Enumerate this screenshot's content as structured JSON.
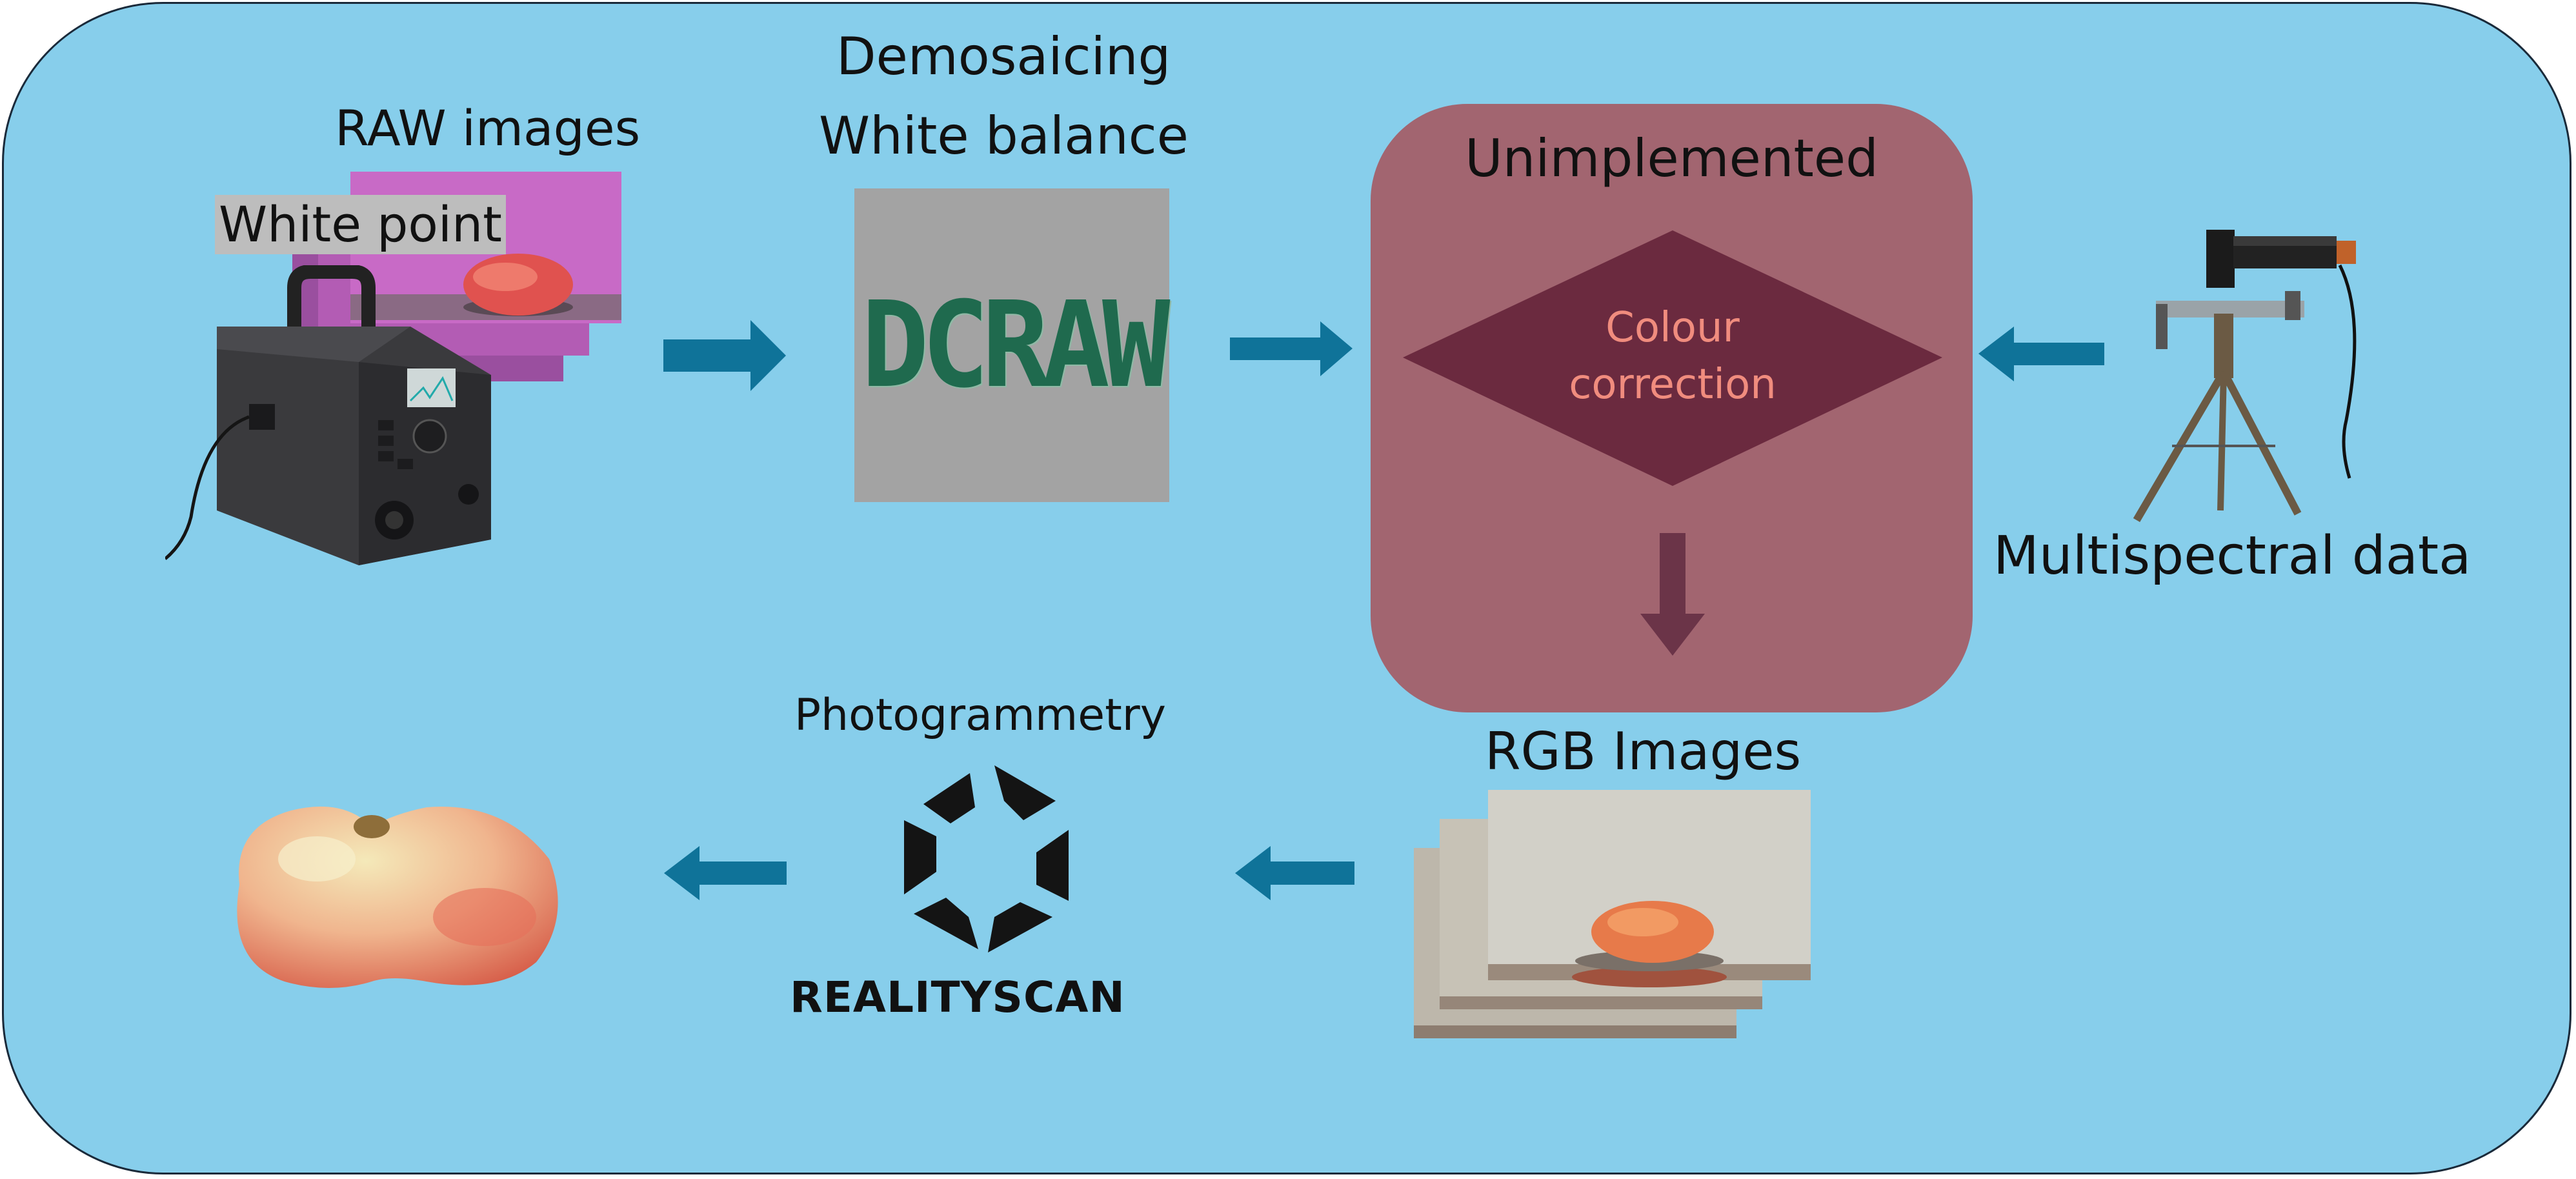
{
  "labels": {
    "raw_images": "RAW images",
    "white_point": "White point",
    "demosaicing": "Demosaicing",
    "white_balance": "White balance",
    "unimplemented": "Unimplemented",
    "colour_line1": "Colour",
    "colour_line2": "correction",
    "multispectral": "Multispectral data",
    "rgb_images": "RGB Images",
    "photogrammetry": "Photogrammetry",
    "realityscan": "REALITYSCAN",
    "dcraw": "DCRAW"
  },
  "colors": {
    "background": "#87CEEB",
    "arrow": "#0F7399",
    "unimplemented_box": "#A26570",
    "diamond": "#6B2A3F",
    "diamond_text": "#F08C7E",
    "down_arrow": "#6B3448"
  }
}
